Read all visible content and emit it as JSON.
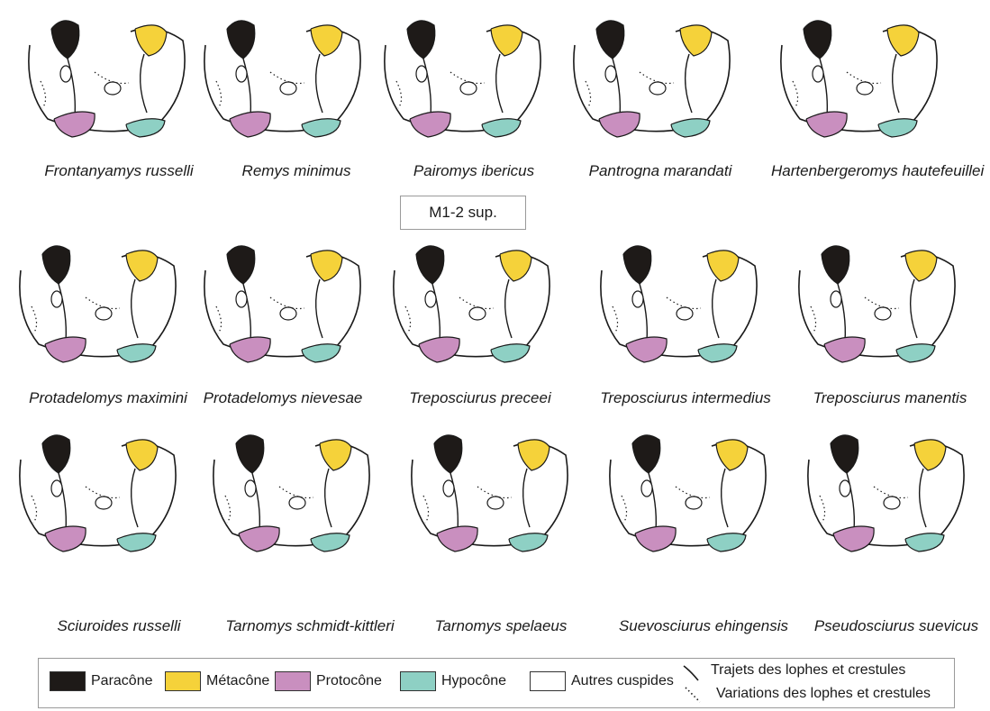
{
  "colors": {
    "paracone": "#1e1a18",
    "metacone": "#f5d23a",
    "protocone": "#c98fbf",
    "hypocone": "#8ed0c4",
    "autres": "#ffffff",
    "outline": "#1a1a1a"
  },
  "center_label": "M1-2 sup.",
  "species": [
    "Frontanyamys russelli",
    "Remys minimus",
    "Pairomys ibericus",
    "Pantrogna marandati",
    "Hartenbergeromys hautefeuillei",
    "Protadelomys maximini",
    "Protadelomys nievesae",
    "Treposciurus preceei",
    "Treposciurus intermedius",
    "Treposciurus manentis",
    "Sciuroides russelli",
    "Tarnomys schmidt-kittleri",
    "Tarnomys spelaeus",
    "Suevosciurus ehingensis",
    "Pseudosciurus suevicus"
  ],
  "legend": {
    "paracone": "Paracône",
    "metacone": "Métacône",
    "protocone": "Protocône",
    "hypocone": "Hypocône",
    "autres": "Autres cuspides",
    "trajets": "Trajets des lophes et crestules",
    "variations": "Variations des lophes et crestules"
  }
}
